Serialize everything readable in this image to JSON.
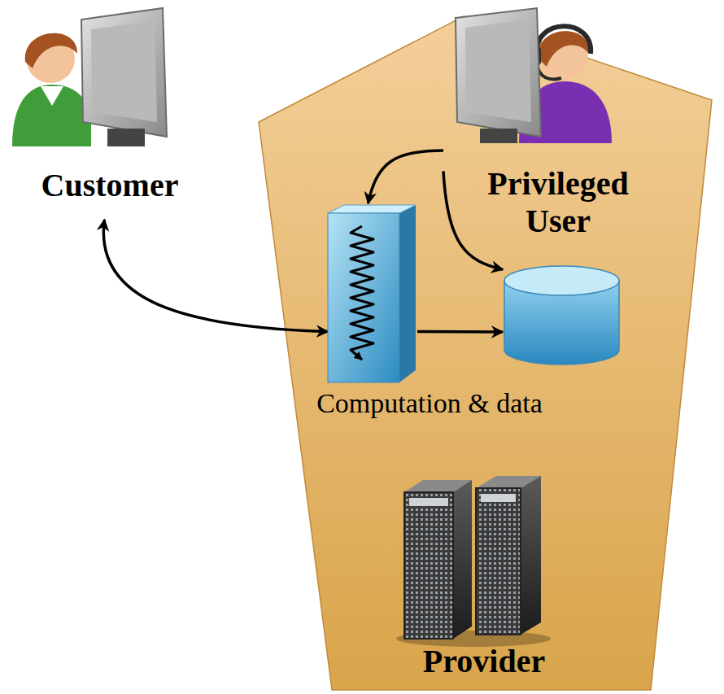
{
  "diagram": {
    "nodes": [
      {
        "text": [
          "Provider"
        ]
      },
      {
        "text": [
          "Customer"
        ]
      },
      {
        "text": [
          "Privileged User"
        ],
        "in": 0
      },
      {
        "text": [],
        "in": 0
      },
      {
        "text": [],
        "in": 0
      }
    ],
    "edges": [
      {
        "from": 1,
        "to": 3,
        "arrow": "both"
      },
      {
        "from": 2,
        "to": 3,
        "arrow": "to"
      },
      {
        "from": 2,
        "to": 4,
        "arrow": "to"
      },
      {
        "from": 3,
        "to": 4,
        "arrow": "to"
      }
    ],
    "labels": [
      "Computation & data"
    ]
  }
}
